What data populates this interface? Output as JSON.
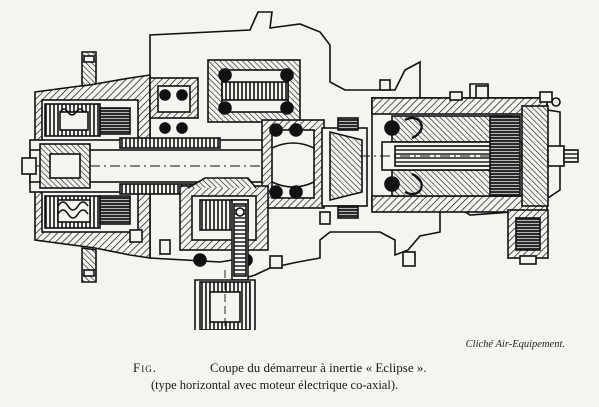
{
  "caption": {
    "fig_label": "Fig.",
    "title": "Coupe du démarreur à inertie « Eclipse ».",
    "subtitle": "(type horizontal avec moteur électrique co-axial).",
    "credit": "Cliché Air-Equipement."
  }
}
